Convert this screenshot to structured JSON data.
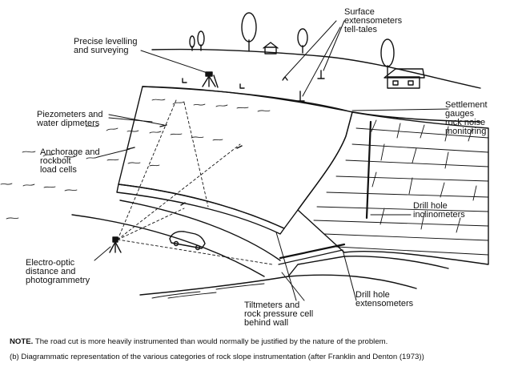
{
  "labels": {
    "surface_extensometers": "Surface\nextensometers\ntell-tales",
    "precise_levelling": "Precise levelling\nand surveying",
    "piezometers": "Piezometers and\nwater dipmeters",
    "anchorage": "Anchorage and\nrockbolt\nload cells",
    "settlement": "Settlement\ngauges\nrock noise\nmonitoring",
    "drill_inclinometers": "Drill hole\ninclinometers",
    "electro_optic": "Electro-optic\ndistance and\nphotogrammetry",
    "tiltmeters": "Tiltmeters and\nrock pressure cell\nbehind wall",
    "drill_extensometers": "Drill hole\nextensometers"
  },
  "caption": {
    "note_label": "NOTE.",
    "note_text": "The road cut is more heavily instrumented than would normally be justified by the nature of the problem.",
    "subfigure": "(b) Diagrammatic representation of the various categories of rock slope instrumentation (after Franklin and Denton (1973))"
  },
  "colors": {
    "ink": "#111111",
    "paper": "#ffffff"
  }
}
